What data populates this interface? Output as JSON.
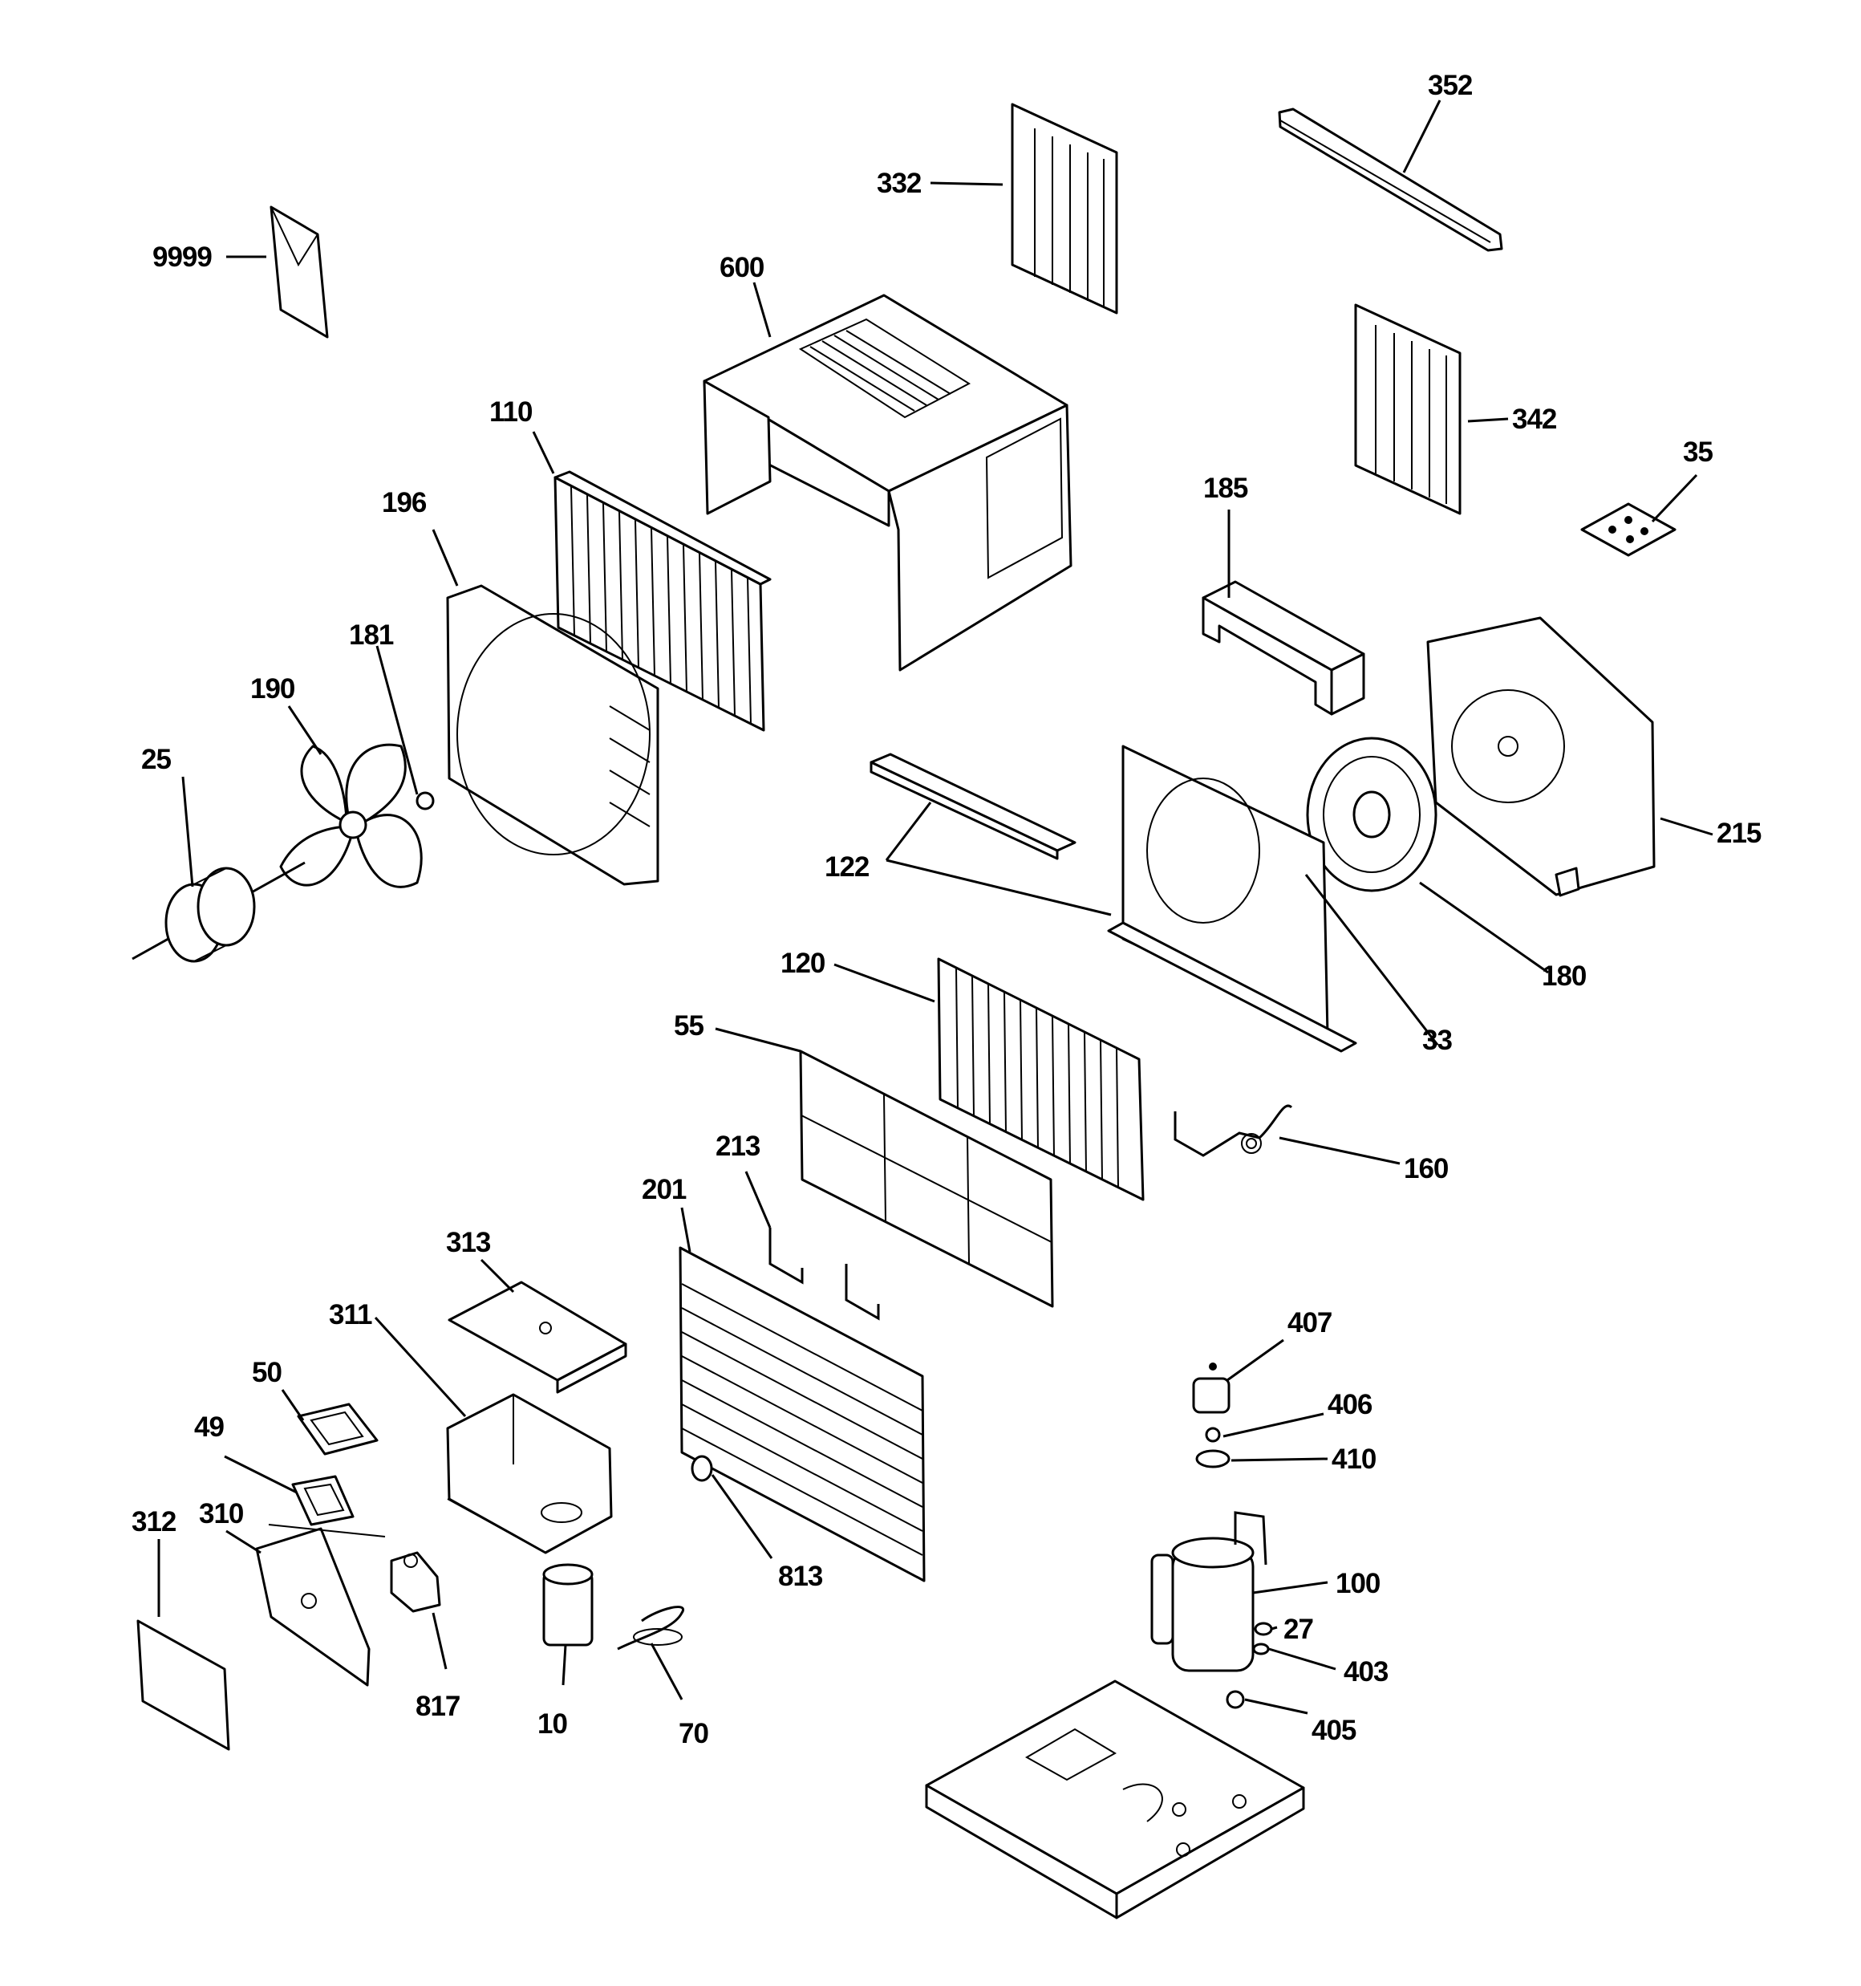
{
  "callouts": {
    "c9999": "9999",
    "c332": "332",
    "c352": "352",
    "c600": "600",
    "c342": "342",
    "c35": "35",
    "c110": "110",
    "c196": "196",
    "c185": "185",
    "c181": "181",
    "c190": "190",
    "c25": "25",
    "c122": "122",
    "c215": "215",
    "c33": "33",
    "c180": "180",
    "c120": "120",
    "c55": "55",
    "c160": "160",
    "c213": "213",
    "c201": "201",
    "c313": "313",
    "c311": "311",
    "c50": "50",
    "c49": "49",
    "c310": "310",
    "c312": "312",
    "c817": "817",
    "c10": "10",
    "c70": "70",
    "c813": "813",
    "c407": "407",
    "c406": "406",
    "c410": "410",
    "c100": "100",
    "c27": "27",
    "c403": "403",
    "c405": "405"
  }
}
